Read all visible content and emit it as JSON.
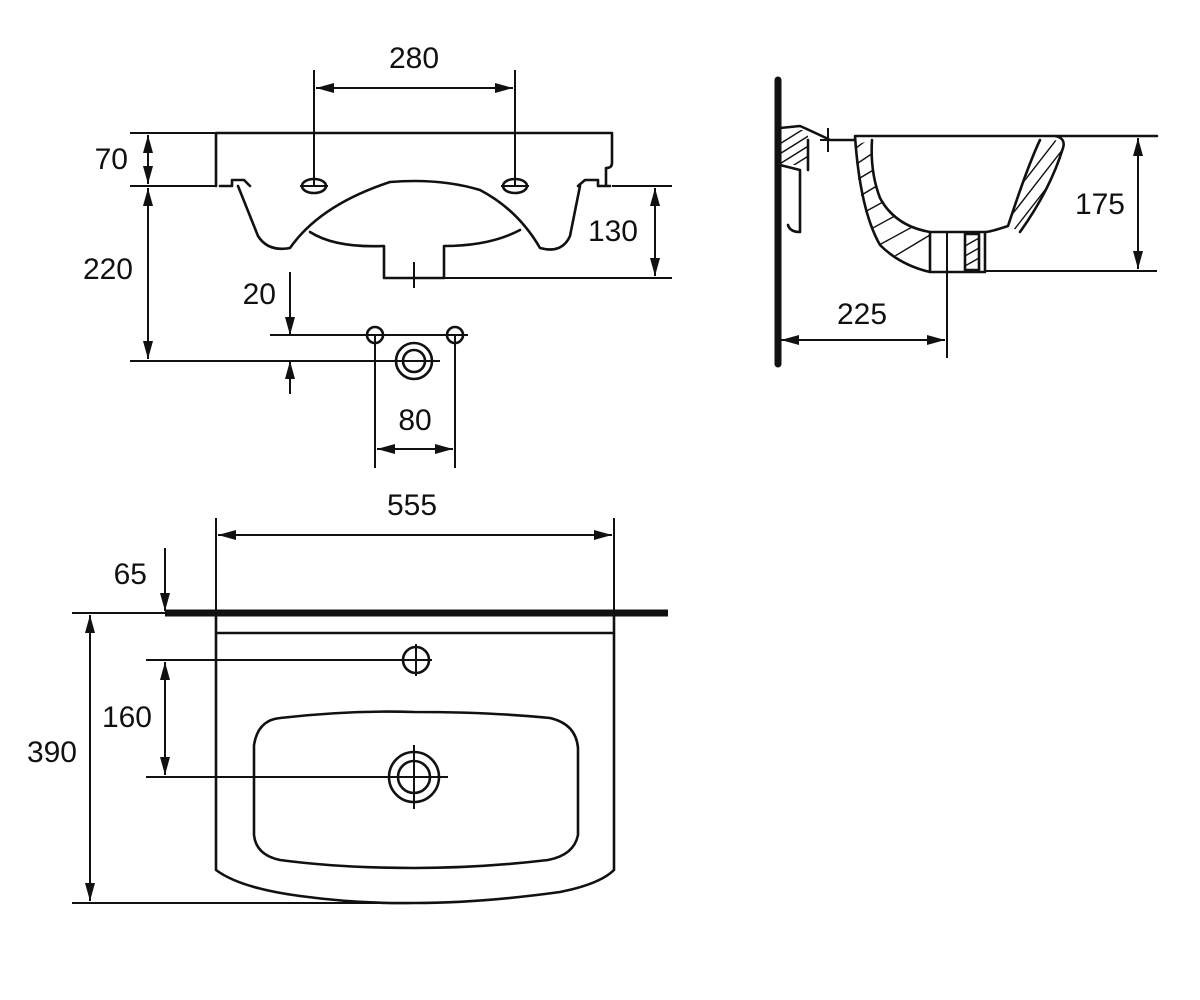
{
  "dimensions": {
    "tap_holes_spacing": "280",
    "front_rim_height": "70",
    "front_overall_height": "220",
    "front_basin_depth": "130",
    "waste_offset": "20",
    "fixing_spacing": "80",
    "side_height": "175",
    "side_waste_projection": "225",
    "top_width": "555",
    "top_wall_offset": "65",
    "top_tap_to_waste": "160",
    "top_overall_depth": "390"
  }
}
